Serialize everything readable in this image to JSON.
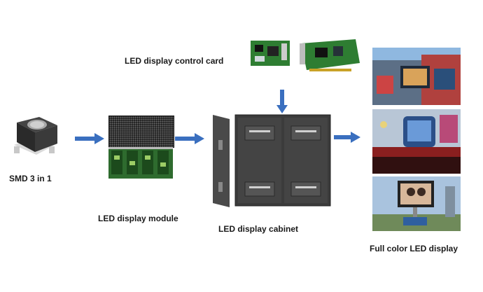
{
  "labels": {
    "control_card": "LED display control card",
    "smd": "SMD 3 in 1",
    "module": "LED display module",
    "cabinet": "LED display cabinet",
    "full_color": "Full color LED display"
  },
  "colors": {
    "arrow": "#3a6fbf",
    "pcb_green": "#2e7d32",
    "cabinet_dark": "#3b3b3b"
  }
}
